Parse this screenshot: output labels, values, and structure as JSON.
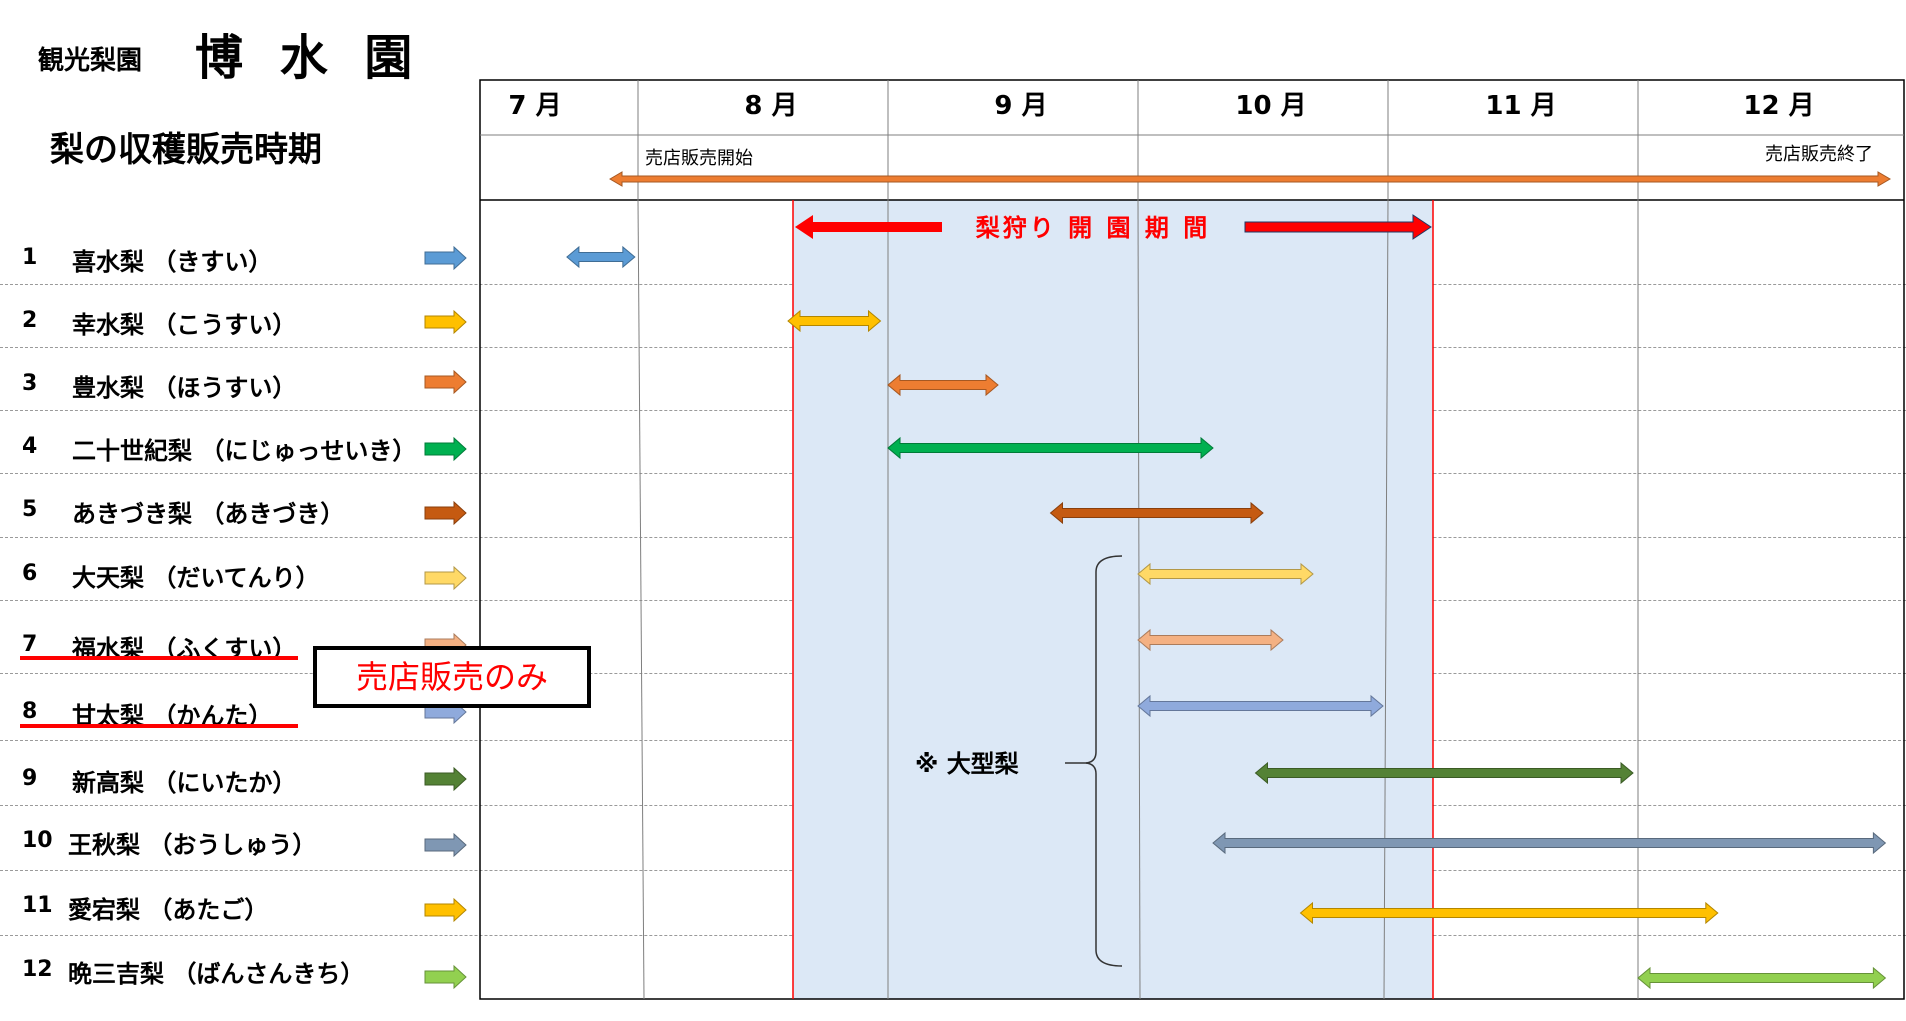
{
  "header": {
    "org_label": "観光梨園",
    "org_name": "博 水 園",
    "subtitle": "梨の収穫販売時期"
  },
  "colors": {
    "hunting_bar": "#ff0000",
    "hunting_fill": "#dce8f6",
    "store_bar": "#ed7d31",
    "callout_text": "#ff0000"
  },
  "chart_data": {
    "type": "gantt",
    "months": [
      "7 月",
      "8 月",
      "9 月",
      "10 月",
      "11 月",
      "12 月"
    ],
    "store_sales": {
      "start_label": "売店販売開始",
      "end_label": "売店販売終了",
      "start": "7月下旬",
      "end": "12月下旬"
    },
    "hunting_period": {
      "label": "梨狩り 開 園 期 間",
      "start": "8月上旬",
      "end": "10月下旬"
    },
    "varieties": [
      {
        "num": "1",
        "name": "喜水梨 （きすい）",
        "start": 7.55,
        "end": 7.98,
        "color": "#5b9bd5"
      },
      {
        "num": "2",
        "name": "幸水梨 （こうすい）",
        "start": 8.6,
        "end": 8.97,
        "color": "#ffc000"
      },
      {
        "num": "3",
        "name": "豊水梨 （ほうすい）",
        "start": 9.0,
        "end": 9.44,
        "color": "#ed7d31"
      },
      {
        "num": "4",
        "name": "二十世紀梨 （にじゅっせいき）",
        "start": 9.0,
        "end": 10.3,
        "color": "#00b050"
      },
      {
        "num": "5",
        "name": "あきづき梨 （あきづき）",
        "start": 9.65,
        "end": 10.5,
        "color": "#c55a11"
      },
      {
        "num": "6",
        "name": "大天梨 （だいてんり）",
        "start": 10.0,
        "end": 10.7,
        "color": "#ffd966"
      },
      {
        "num": "7",
        "name": "福水梨 （ふくすい）",
        "start": 10.0,
        "end": 10.58,
        "color": "#f4b183"
      },
      {
        "num": "8",
        "name": "甘太梨 （かんた）",
        "start": 10.0,
        "end": 10.98,
        "color": "#8faadc"
      },
      {
        "num": "9",
        "name": "新高梨 （にいたか）",
        "start": 10.47,
        "end": 11.98,
        "color": "#548235"
      },
      {
        "num": "10",
        "name": "王秋梨 （おうしゅう）",
        "start": 10.3,
        "end": 12.93,
        "color": "#7f97b3"
      },
      {
        "num": "11",
        "name": "愛宕梨 （あたご）",
        "start": 10.65,
        "end": 12.3,
        "color": "#ffc000"
      },
      {
        "num": "12",
        "name": "晩三吉梨 （ばんさんきち）",
        "start": 12.0,
        "end": 12.93,
        "color": "#92d050"
      }
    ],
    "annotation": "※ 大型梨"
  },
  "callout": "売店販売のみ"
}
